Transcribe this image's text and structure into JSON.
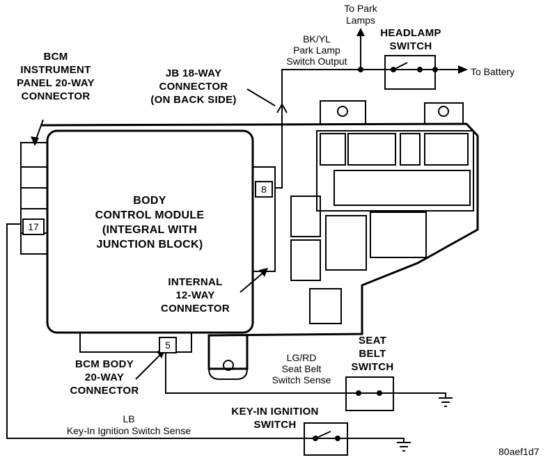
{
  "labels": {
    "bcm_ip": [
      "BCM",
      "INSTRUMENT",
      "PANEL 20-WAY",
      "CONNECTOR"
    ],
    "jb": [
      "JB 18-WAY",
      "CONNECTOR",
      "(ON BACK SIDE)"
    ],
    "park_lamps": [
      "To Park",
      "Lamps"
    ],
    "bkyl": [
      "BK/YL",
      "Park Lamp",
      "Switch Output"
    ],
    "headlamp": [
      "HEADLAMP",
      "SWITCH"
    ],
    "to_battery": "To Battery",
    "body": [
      "BODY",
      "CONTROL MODULE",
      "(INTEGRAL WITH",
      "JUNCTION BLOCK)"
    ],
    "internal": [
      "INTERNAL",
      "12-WAY",
      "CONNECTOR"
    ],
    "bcm_body": [
      "BCM BODY",
      "20-WAY",
      "CONNECTOR"
    ],
    "lgrd": [
      "LG/RD",
      "Seat Belt",
      "Switch Sense"
    ],
    "seat_belt": [
      "SEAT",
      "BELT",
      "SWITCH"
    ],
    "keyin": [
      "KEY-IN IGNITION",
      "SWITCH"
    ],
    "lb": [
      "LB",
      "Key-In Ignition Switch Sense"
    ],
    "figure_id": "80aef1d7"
  },
  "pins": {
    "p17": "17",
    "p8": "8",
    "p5": "5"
  }
}
